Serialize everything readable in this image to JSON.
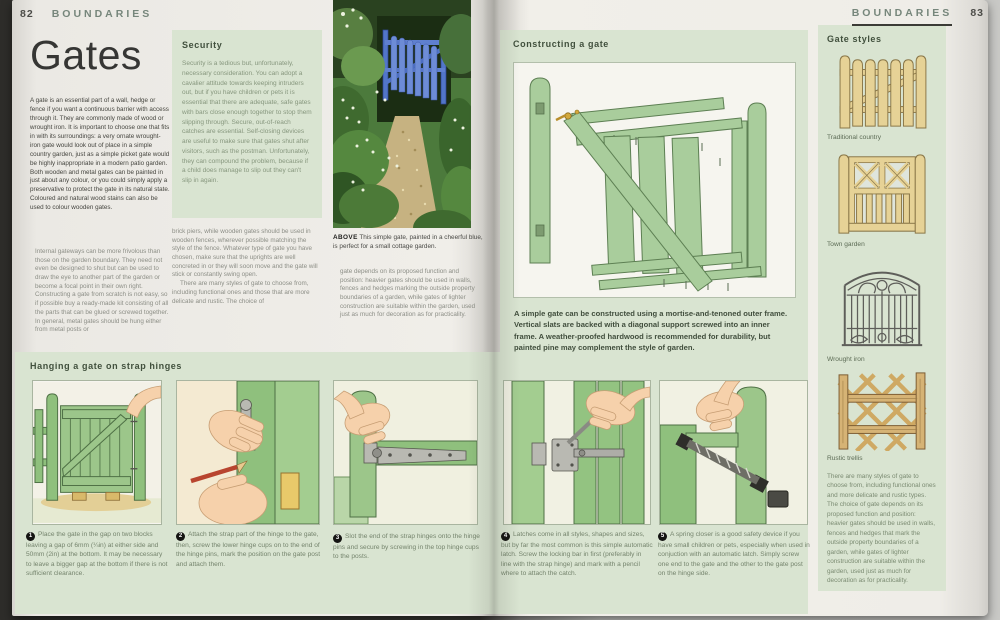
{
  "meta": {
    "left_page_number": "82",
    "right_page_number": "83",
    "chapter": "BOUNDARIES"
  },
  "left_page": {
    "title": "Gates",
    "intro": "A gate is an essential part of a wall, hedge or fence if you want a continuous barrier with access through it. They are commonly made of wood or wrought iron. It is important to choose one that fits in with its surroundings: a very ornate wrought-iron gate would look out of place in a simple country garden, just as a simple picket gate would be highly inappropriate in a modern patio garden. Both wooden and metal gates can be painted in just about any colour, or you could simply apply a preservative to protect the gate in its natural state. Coloured and natural wood stains can also be used to colour wooden gates.",
    "para2": "Internal gateways can be more frivolous than those on the garden boundary. They need not even be designed to shut but can be used to draw the eye to another part of the garden or become a focal point in their own right. Constructing a gate from scratch is not easy, so if possible buy a ready-made kit consisting of all the parts that can be glued or screwed together. In general, metal gates should be hung either from metal posts or",
    "security_box": {
      "title": "Security",
      "body": "Security is a tedious but, unfortunately, necessary consideration. You can adopt a cavalier attitude towards keeping intruders out, but if you have children or pets it is essential that there are adequate, safe gates with bars close enough together to stop them slipping through. Secure, out-of-reach catches are essential. Self-closing devices are useful to make sure that gates shut after visitors, such as the postman. Unfortunately, they can compound the problem, because if a child does manage to slip out they can't slip in again."
    },
    "para3": "brick piers, while wooden gates should be used in wooden fences, wherever possible matching the style of the fence. Whatever type of gate you have chosen, make sure that the uprights are well concreted in or they will soon move and the gate will stick or constantly swing open.",
    "para4": "There are many styles of gate to choose from, including functional ones and those that are more delicate and rustic. The choice of",
    "photo_caption_label": "ABOVE",
    "photo_caption": "This simple gate, painted in a cheerful blue, is perfect for a small cottage garden.",
    "para5": "gate depends on its proposed function and position: heavier gates should be used in walls, fences and hedges marking the outside property boundaries of a garden, while gates of lighter construction are suitable within the garden, used just as much for decoration as for practicality."
  },
  "right_page": {
    "constructing_box": {
      "title": "Constructing a gate",
      "caption": "A simple gate can be constructed using a mortise-and-tenoned outer frame. Vertical slats are backed with a diagonal support screwed into an inner frame. A weather-proofed hardwood is recommended for durability, but painted pine may complement the style of garden."
    },
    "gate_styles": {
      "title": "Gate styles",
      "styles": [
        "Traditional country",
        "Town garden",
        "Wrought iron",
        "Rustic trellis"
      ],
      "body": "There are many styles of gate to choose from, including functional ones and more delicate and rustic types. The choice of gate depends on its proposed function and position: heavier gates should be used in walls, fences and hedges that mark the outside property boundaries of a garden, while gates of lighter construction are suitable within the garden, used just as much for decoration as for practicality."
    }
  },
  "hanging": {
    "title": "Hanging a gate on strap hinges",
    "steps": [
      {
        "num": "1",
        "text": "Place the gate in the gap on two blocks leaving a gap of 6mm (¼in) at either side and 50mm (2in) at the bottom. It may be necessary to leave a bigger gap at the bottom if there is not sufficient clearance."
      },
      {
        "num": "2",
        "text": "Attach the strap part of the hinge to the gate, then, screw the lower hinge cups on to the end of the hinge pins, mark the position on the gate post and attach them."
      },
      {
        "num": "3",
        "text": "Slot the end of the strap hinges onto the hinge pins and secure by screwing in the top hinge cups to the posts."
      },
      {
        "num": "4",
        "text": "Latches come in all styles, shapes and sizes, but by far the most common is this simple automatic latch. Screw the locking bar in first (preferably in line with the strap hinge) and mark with a pencil where to attach the catch."
      },
      {
        "num": "5",
        "text": "A spring closer is a good safety device if you have small children or pets, especially when used in conjuction with an automatic latch. Simply screw one end to the gate and the other to the gate post on the hinge side."
      }
    ]
  },
  "colors": {
    "panel_green": "#d9e4d1",
    "illustration_green": "#a9cd9c",
    "wood_yellow": "#e6d296",
    "iron_grey": "#5e5e5a",
    "blue_gate": "#5f80cf",
    "paper": "#f0eee9"
  }
}
